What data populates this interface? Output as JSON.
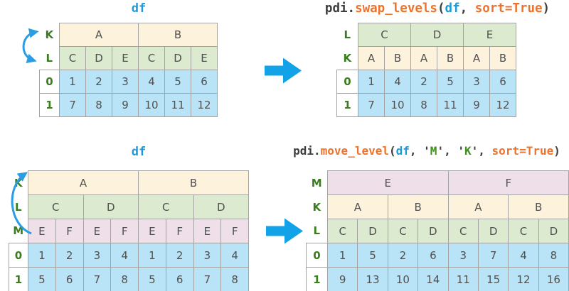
{
  "colors": {
    "tan_header": "#fdf3dc",
    "green_header": "#dcead0",
    "pink_header": "#eedfe9",
    "blue_data": "#b9e4f7",
    "label_green": "#3a7d1e",
    "code_orange": "#f0722a",
    "code_blue": "#1f9ad9",
    "code_dark": "#3d3d3d",
    "arrow_blue": "#12a2e8",
    "border_gray": "#a3a3a3"
  },
  "icons": {
    "transform_arrow": "block-arrow-right-icon",
    "swap_levels_arrow": "curved-double-headed-arrow-icon",
    "move_level_arrow": "curved-up-arrow-icon"
  },
  "top_left": {
    "title_parts": [
      {
        "t": "df",
        "c": "blue"
      }
    ],
    "header_rows": [
      {
        "label": "K",
        "style": "tan",
        "cells": [
          {
            "t": "A",
            "s": 3
          },
          {
            "t": "B",
            "s": 3
          }
        ]
      },
      {
        "label": "L",
        "style": "green",
        "cells": [
          {
            "t": "C",
            "s": 1
          },
          {
            "t": "D",
            "s": 1
          },
          {
            "t": "E",
            "s": 1
          },
          {
            "t": "C",
            "s": 1
          },
          {
            "t": "D",
            "s": 1
          },
          {
            "t": "E",
            "s": 1
          }
        ]
      }
    ],
    "data_rows": [
      {
        "label": "0",
        "cells": [
          "1",
          "2",
          "3",
          "4",
          "5",
          "6"
        ]
      },
      {
        "label": "1",
        "cells": [
          "7",
          "8",
          "9",
          "10",
          "11",
          "12"
        ]
      }
    ]
  },
  "top_right": {
    "title_parts": [
      {
        "t": "pdi.",
        "c": "dark"
      },
      {
        "t": "swap_levels",
        "c": "orange"
      },
      {
        "t": "(",
        "c": "dark"
      },
      {
        "t": "df",
        "c": "blue"
      },
      {
        "t": ", ",
        "c": "dark"
      },
      {
        "t": "sort=True",
        "c": "orange"
      },
      {
        "t": ")",
        "c": "dark"
      }
    ],
    "header_rows": [
      {
        "label": "L",
        "style": "green",
        "cells": [
          {
            "t": "C",
            "s": 2
          },
          {
            "t": "D",
            "s": 2
          },
          {
            "t": "E",
            "s": 2
          }
        ]
      },
      {
        "label": "K",
        "style": "tan",
        "cells": [
          {
            "t": "A",
            "s": 1
          },
          {
            "t": "B",
            "s": 1
          },
          {
            "t": "A",
            "s": 1
          },
          {
            "t": "B",
            "s": 1
          },
          {
            "t": "A",
            "s": 1
          },
          {
            "t": "B",
            "s": 1
          }
        ]
      }
    ],
    "data_rows": [
      {
        "label": "0",
        "cells": [
          "1",
          "4",
          "2",
          "5",
          "3",
          "6"
        ]
      },
      {
        "label": "1",
        "cells": [
          "7",
          "10",
          "8",
          "11",
          "9",
          "12"
        ]
      }
    ]
  },
  "bottom_left": {
    "title_parts": [
      {
        "t": "df",
        "c": "blue"
      }
    ],
    "header_rows": [
      {
        "label": "K",
        "style": "tan",
        "cells": [
          {
            "t": "A",
            "s": 4
          },
          {
            "t": "B",
            "s": 4
          }
        ]
      },
      {
        "label": "L",
        "style": "green",
        "cells": [
          {
            "t": "C",
            "s": 2
          },
          {
            "t": "D",
            "s": 2
          },
          {
            "t": "C",
            "s": 2
          },
          {
            "t": "D",
            "s": 2
          }
        ]
      },
      {
        "label": "M",
        "style": "pink",
        "cells": [
          {
            "t": "E",
            "s": 1
          },
          {
            "t": "F",
            "s": 1
          },
          {
            "t": "E",
            "s": 1
          },
          {
            "t": "F",
            "s": 1
          },
          {
            "t": "E",
            "s": 1
          },
          {
            "t": "F",
            "s": 1
          },
          {
            "t": "E",
            "s": 1
          },
          {
            "t": "F",
            "s": 1
          }
        ]
      }
    ],
    "data_rows": [
      {
        "label": "0",
        "cells": [
          "1",
          "2",
          "3",
          "4",
          "1",
          "2",
          "3",
          "4"
        ]
      },
      {
        "label": "1",
        "cells": [
          "5",
          "6",
          "7",
          "8",
          "5",
          "6",
          "7",
          "8"
        ]
      }
    ]
  },
  "bottom_right": {
    "title_parts": [
      {
        "t": "pdi.",
        "c": "dark"
      },
      {
        "t": "move_level",
        "c": "orange"
      },
      {
        "t": "(",
        "c": "dark"
      },
      {
        "t": "df",
        "c": "blue"
      },
      {
        "t": ", ",
        "c": "dark"
      },
      {
        "t": "'",
        "c": "dark"
      },
      {
        "t": "M",
        "c": "green"
      },
      {
        "t": "'",
        "c": "dark"
      },
      {
        "t": ", ",
        "c": "dark"
      },
      {
        "t": "'",
        "c": "dark"
      },
      {
        "t": "K",
        "c": "green"
      },
      {
        "t": "'",
        "c": "dark"
      },
      {
        "t": ", ",
        "c": "dark"
      },
      {
        "t": "sort=True",
        "c": "orange"
      },
      {
        "t": ")",
        "c": "dark"
      }
    ],
    "header_rows": [
      {
        "label": "M",
        "style": "pink",
        "cells": [
          {
            "t": "E",
            "s": 4
          },
          {
            "t": "F",
            "s": 4
          }
        ]
      },
      {
        "label": "K",
        "style": "tan",
        "cells": [
          {
            "t": "A",
            "s": 2
          },
          {
            "t": "B",
            "s": 2
          },
          {
            "t": "A",
            "s": 2
          },
          {
            "t": "B",
            "s": 2
          }
        ]
      },
      {
        "label": "L",
        "style": "green",
        "cells": [
          {
            "t": "C",
            "s": 1
          },
          {
            "t": "D",
            "s": 1
          },
          {
            "t": "C",
            "s": 1
          },
          {
            "t": "D",
            "s": 1
          },
          {
            "t": "C",
            "s": 1
          },
          {
            "t": "D",
            "s": 1
          },
          {
            "t": "C",
            "s": 1
          },
          {
            "t": "D",
            "s": 1
          }
        ]
      }
    ],
    "data_rows": [
      {
        "label": "0",
        "cells": [
          "1",
          "5",
          "2",
          "6",
          "3",
          "7",
          "4",
          "8"
        ]
      },
      {
        "label": "1",
        "cells": [
          "9",
          "13",
          "10",
          "14",
          "11",
          "15",
          "12",
          "16"
        ]
      }
    ]
  }
}
